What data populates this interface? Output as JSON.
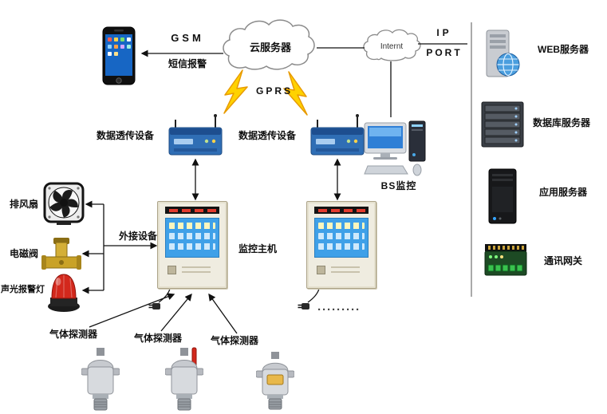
{
  "colors": {
    "lightning": "#FFD200",
    "dtu_body": "#2F6EB5",
    "panel_screen": "#3FA0E8",
    "alarm_red": "#D3281C",
    "valve_brass": "#C9A227",
    "gateway_green": "#39C24E"
  },
  "top": {
    "gsm": "GSM",
    "sms_alarm": "短信报警",
    "cloud_server": "云服务器",
    "internet": "Internt",
    "ip": "IP",
    "port": "PORT",
    "gprs": "GPRS"
  },
  "middle": {
    "dtu_left": "数据透传设备",
    "dtu_right": "数据透传设备",
    "bs_monitor": "BS监控"
  },
  "left_devices": {
    "exhaust_fan": "排风扇",
    "solenoid_valve": "电磁阀",
    "alarm_lamp": "声光报警灯",
    "external_devices": "外接设备"
  },
  "hosts": {
    "monitor_host": "监控主机",
    "ellipsis": "·········"
  },
  "detectors": {
    "d1": "气体探测器",
    "d2": "气体探测器",
    "d3": "气体探测器"
  },
  "servers": {
    "web": "WEB服务器",
    "database": "数据库服务器",
    "application": "应用服务器",
    "gateway": "通讯网关"
  }
}
